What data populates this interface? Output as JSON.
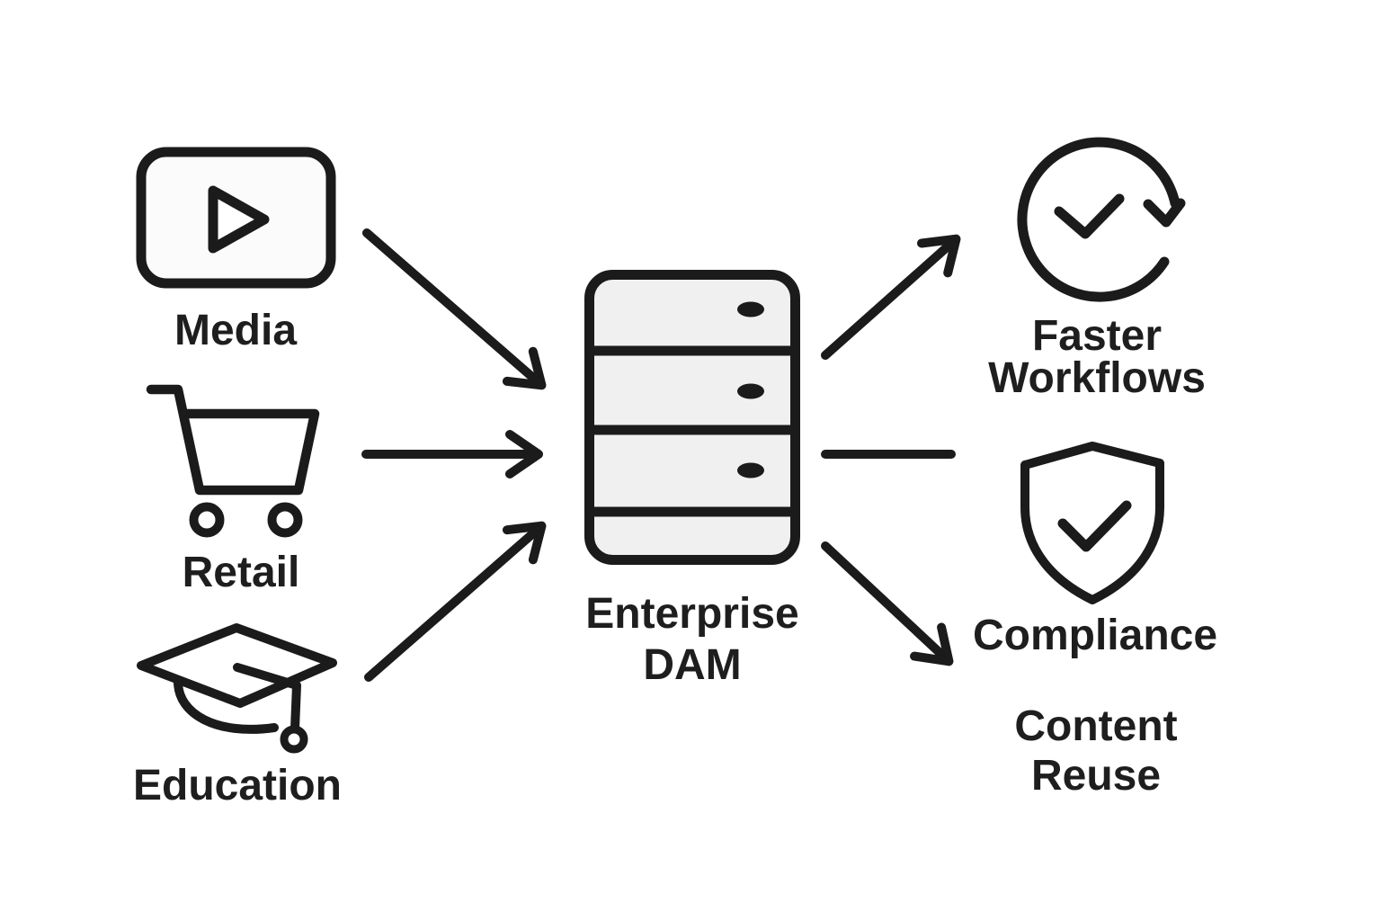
{
  "sources": [
    {
      "icon": "video-play-icon",
      "label": "Media"
    },
    {
      "icon": "shopping-cart-icon",
      "label": "Retail"
    },
    {
      "icon": "graduation-cap-icon",
      "label": "Education"
    }
  ],
  "hub": {
    "icon": "server-icon",
    "lines": [
      "Enterprise",
      "DAM"
    ]
  },
  "outcomes": [
    {
      "icon": "sync-check-icon",
      "lines": [
        "Faster",
        "Workflows"
      ]
    },
    {
      "icon": "shield-check-icon",
      "lines": [
        "Compliance"
      ]
    },
    {
      "lines": [
        "Content",
        "Reuse"
      ]
    }
  ],
  "colors": {
    "ink": "#1b1b1b",
    "text": "#1e1e1e",
    "server_fill": "#f0f0f1",
    "card_fill": "#fbfbfb",
    "shield_fill": "#ffffff",
    "background": "#ffffff"
  }
}
